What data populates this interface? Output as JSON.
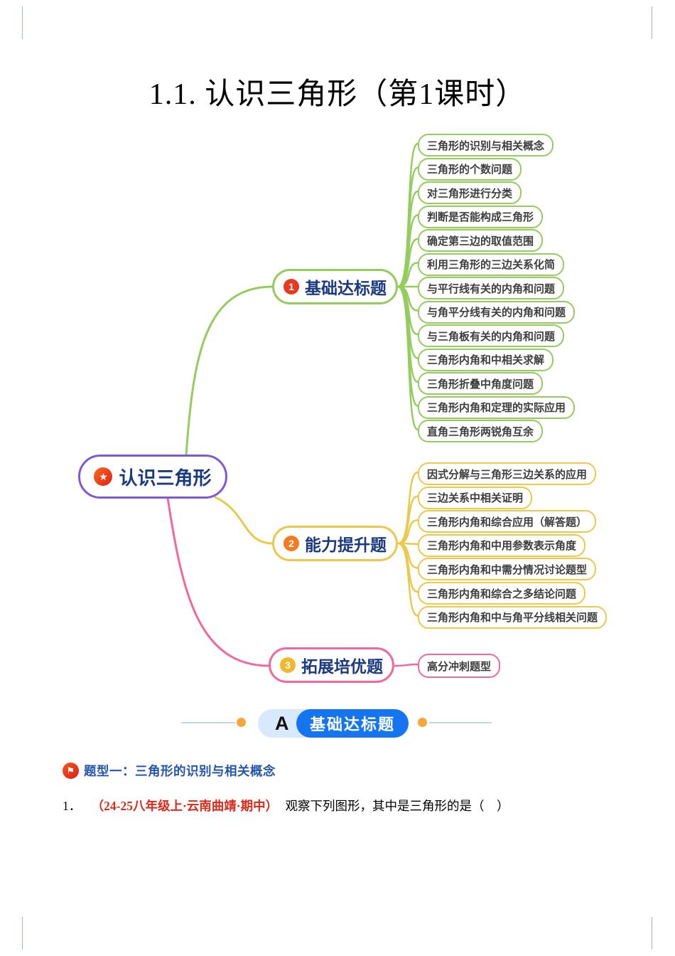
{
  "title": "1.1. 认识三角形（第1课时）",
  "mindmap": {
    "root_label": "认识三角形",
    "root_icon": "star-badge-icon",
    "root_border_color": "#7e5bd4",
    "branches": [
      {
        "number": "1",
        "label": "基础达标题",
        "color": "#94cc5e",
        "badge_color": "#e8391f",
        "leaves": [
          "三角形的识别与相关概念",
          "三角形的个数问题",
          "对三角形进行分类",
          "判断是否能构成三角形",
          "确定第三边的取值范围",
          "利用三角形的三边关系化简",
          "与平行线有关的内角和问题",
          "与角平分线有关的内角和问题",
          "与三角板有关的内角和问题",
          "三角形内角和中相关求解",
          "三角形折叠中角度问题",
          "三角形内角和定理的实际应用",
          "直角三角形两锐角互余"
        ]
      },
      {
        "number": "2",
        "label": "能力提升题",
        "color": "#ecc84b",
        "badge_color": "#f57b20",
        "leaves": [
          "因式分解与三角形三边关系的应用",
          "三边关系中相关证明",
          "三角形内角和综合应用（解答题）",
          "三角形内角和中用参数表示角度",
          "三角形内角和中需分情况讨论题型",
          "三角形内角和综合之多结论问题",
          "三角形内角和中与角平分线相关问题"
        ]
      },
      {
        "number": "3",
        "label": "拓展培优题",
        "color": "#f2689c",
        "badge_color": "#f3b72c",
        "leaves": [
          "高分冲刺题型"
        ]
      }
    ]
  },
  "banner": {
    "letter": "A",
    "label": "基础达标题",
    "accent_color": "#1574f0"
  },
  "topic": {
    "label": "题型一：三角形的识别与相关概念",
    "icon": "flag-icon"
  },
  "question": {
    "number": "1．",
    "source": "（24-25八年级上·云南曲靖·期中）",
    "text": "观察下列图形，其中是三角形的是（　）"
  }
}
